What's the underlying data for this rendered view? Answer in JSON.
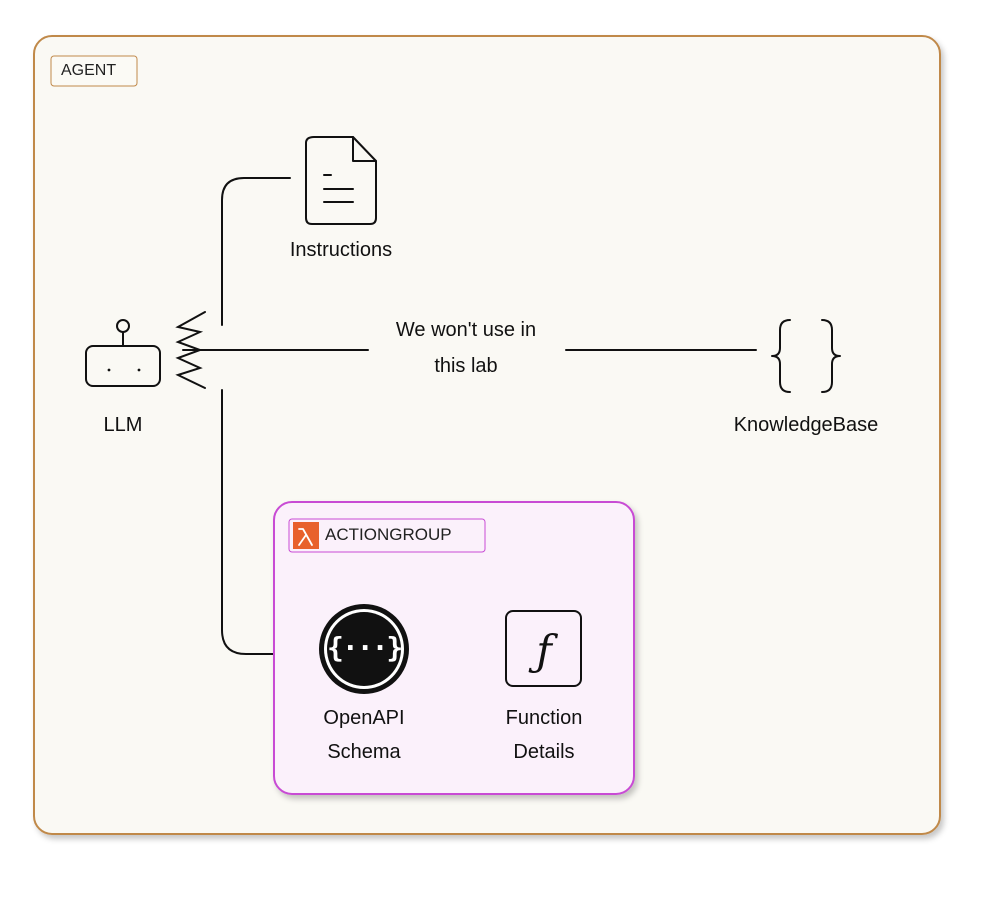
{
  "agent": {
    "badge": "AGENT",
    "border_color": "#c0894a",
    "fill_color": "#faf9f4"
  },
  "instructions": {
    "label": "Instructions",
    "icon": "document-icon"
  },
  "llm": {
    "label": "LLM",
    "icon": "robot-icon"
  },
  "edge_knowledge": {
    "label_line1": "We won't use in",
    "label_line2": "this lab"
  },
  "knowledge_base": {
    "label": "KnowledgeBase",
    "icon": "curly-braces-icon"
  },
  "action_group": {
    "badge": "ACTIONGROUP",
    "badge_icon": "lambda-icon",
    "border_color": "#c84cd4",
    "fill_color": "#fbf1fb",
    "lambda_color": "#e8612c",
    "openapi": {
      "line1": "OpenAPI",
      "line2": "Schema",
      "icon": "openapi-icon"
    },
    "function": {
      "line1": "Function",
      "line2": "Details",
      "icon": "function-icon"
    }
  }
}
